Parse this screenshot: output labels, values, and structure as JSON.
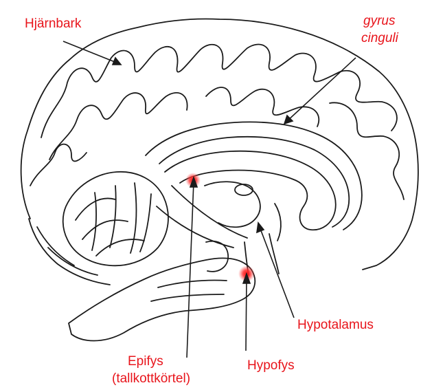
{
  "labels": {
    "hjarnbark": "Hjärnbark",
    "gyrus_line1": "gyrus",
    "gyrus_line2": "cinguli",
    "epifys_line1": "Epifys",
    "epifys_line2": "(tallkottkörtel)",
    "hypofys": "Hypofys",
    "hypotalamus": "Hypotalamus"
  },
  "colors": {
    "label": "#e8141b",
    "ink": "#1a1a1a",
    "highlight": "#ff2020"
  }
}
